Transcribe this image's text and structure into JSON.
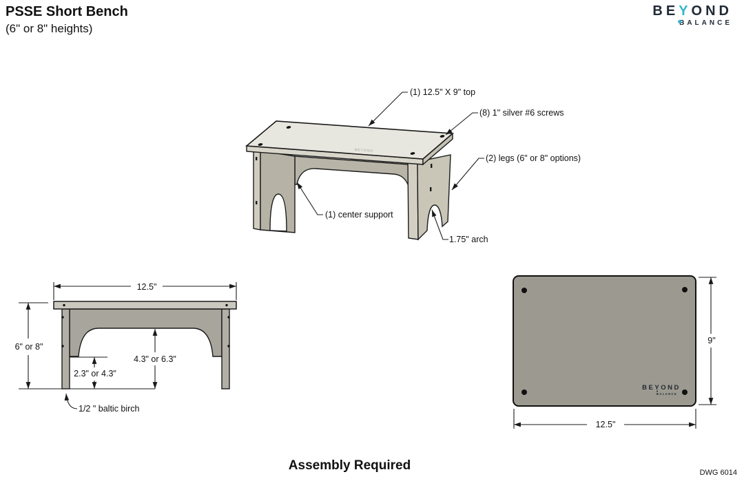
{
  "header": {
    "title": "PSSE Short Bench",
    "subtitle": "(6\" or 8\" heights)",
    "logo": {
      "be": "BE",
      "y": "Y",
      "ond": "OND",
      "balance": "BALANCE"
    }
  },
  "iso": {
    "callout_top": "(1) 12.5\" X 9\" top",
    "callout_screws": "(8) 1\" silver #6 screws",
    "callout_legs": "(2) legs (6\" or 8\" options)",
    "callout_support": "(1) center support",
    "callout_arch": "1.75\" arch",
    "engraving": "BEYOND"
  },
  "side": {
    "dim_width": "12.5\"",
    "dim_height": "6\" or 8\"",
    "dim_support_clearance": "4.3\" or 6.3\"",
    "dim_leg_clearance": "2.3\" or 4.3\"",
    "material": "1/2 \" baltic birch"
  },
  "top": {
    "dim_depth": "9\"",
    "dim_width": "12.5\"",
    "logo_main": "BEYOND",
    "logo_sub": "BALANCE"
  },
  "footer": {
    "assembly": "Assembly Required",
    "dwg": "DWG 6014"
  },
  "colors": {
    "brand_navy": "#202a37",
    "brand_teal": "#35b6cd",
    "wood_top_light": "#e8e7df",
    "wood_edge": "#d8d6ca",
    "wood_mid": "#c9c6b8",
    "wood_support": "#b8b5a8",
    "side_plank": "#cbc8bf",
    "side_leg": "#b2afa6",
    "side_support": "#a8a59c",
    "panel_gray": "#9c9a90",
    "line": "#1a1a1a"
  }
}
